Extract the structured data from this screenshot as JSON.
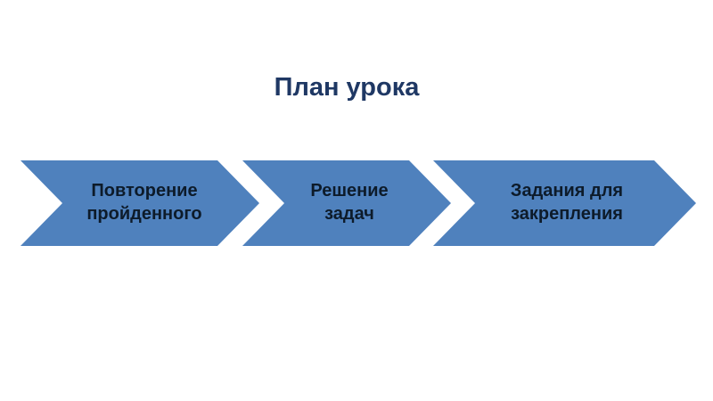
{
  "slide": {
    "title": "План урока"
  },
  "process_steps": [
    {
      "line1": "Повторение",
      "line2": "пройденного"
    },
    {
      "line1": "Решение",
      "line2": "задач"
    },
    {
      "line1": "Задания для",
      "line2": "закрепления"
    }
  ],
  "colors": {
    "title": "#1f3864",
    "chevron_fill": "#4f81bd",
    "chevron_text": "#0d1b2a"
  }
}
